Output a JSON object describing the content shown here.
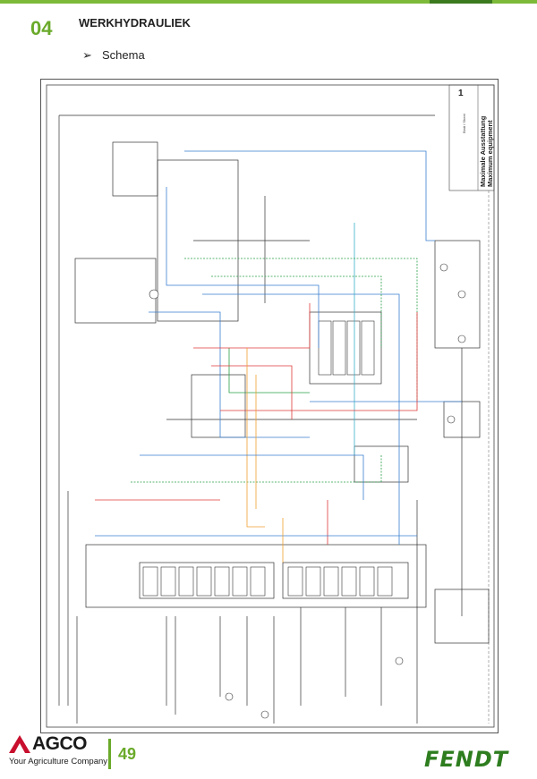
{
  "header": {
    "section_number": "04",
    "section_title": "WERKHYDRAULIEK",
    "bullet_text": "Schema",
    "bullet_symbol": "➢"
  },
  "schema": {
    "title_de": "Maximale Ausstattung",
    "title_en": "Maximum equipment",
    "sheet_number": "1",
    "sheet_label": "Blatt / Sheet",
    "colors": {
      "line_black": "#333333",
      "line_blue": "#3a7fd0",
      "line_red": "#e03a3a",
      "line_green": "#2aa04a",
      "line_orange": "#f0a030",
      "line_cyan": "#3ab0c8"
    }
  },
  "footer": {
    "agco_brand": "AGCO",
    "agco_tagline": "Your Agriculture Company",
    "page_number": "49",
    "fendt_brand": "FENDT",
    "accent_color": "#6aaa2a"
  }
}
